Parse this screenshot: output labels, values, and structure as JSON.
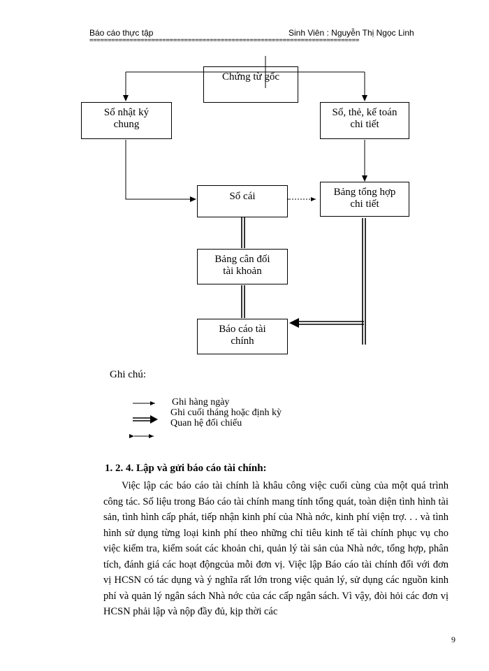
{
  "header": {
    "left": "Báo cáo thực tập",
    "right": "Sinh Viên : Nguyễn Thị Ngọc Linh",
    "rule": "=========================================================================="
  },
  "diagram": {
    "boxes": {
      "chung_tu_goc": [
        "Chứng từ gốc"
      ],
      "so_nhat_ky_chung": [
        "Sổ nhật ký",
        "chung"
      ],
      "so_the_ke_toan": [
        "Sổ, thẻ, kế toán",
        "chi tiết"
      ],
      "so_cai": [
        "Sổ cái"
      ],
      "bang_tong_hop": [
        "Bảng tổng hợp",
        "chi tiết"
      ],
      "bang_can_doi": [
        "Bảng cân đối",
        "tài khoản"
      ],
      "bao_cao_tai_chinh": [
        "Báo cáo tài",
        "chính"
      ]
    }
  },
  "legend": {
    "title": "Ghi chú:",
    "items": [
      "Ghi hàng ngày",
      "Ghi cuối tháng hoặc định kỳ",
      "Quan hệ đối chiếu"
    ]
  },
  "section": {
    "heading": "1.  2. 4. Lập và gửi báo cáo tài chính:",
    "paragraph": "Việc lập các báo cáo tài chính là khâu công việc cuối cùng của một quá trình công tác. Số liệu trong Báo cáo tài chính mang tính tổng quát, toàn diện tình hình tài sản, tình hình cấp phát, tiếp nhận kinh phí của Nhà nớc,   kinh phí viện trợ. . . và tình hình sử dụng từng loại kinh phí theo những chỉ tiêu kinh tế tài chính phục vụ cho việc kiểm tra, kiểm soát các khoản chi, quản lý tài sản của Nhà nớc,   tổng hợp, phân tích, đánh giá các hoạt độngcủa mỗi đơn vị. Việc lập Báo cáo tài chính đối với đơn vị HCSN có tác dụng và ý nghĩa rất lớn trong việc quản lý, sử dụng các nguồn kinh phí và quản lý ngân sách Nhà nớc   của các cấp ngân sách. Vì vậy, đòi hỏi các đơn vị HCSN phải lập và nộp đầy đủ, kịp thời các"
  },
  "page_number": "9"
}
